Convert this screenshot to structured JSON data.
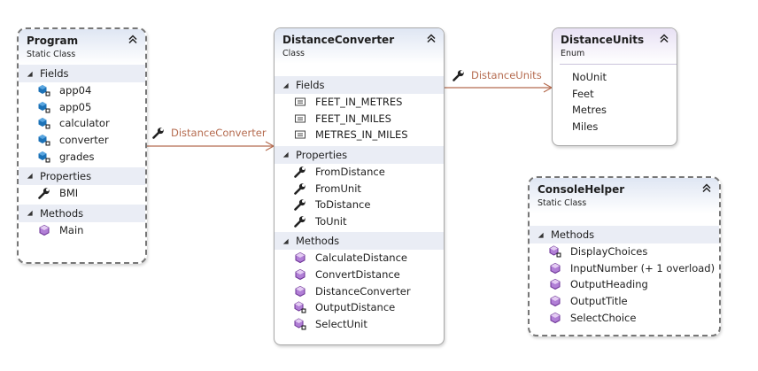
{
  "classes": {
    "program": {
      "name": "Program",
      "kind": "Static Class",
      "fields_label": "Fields",
      "fields": [
        "app04",
        "app05",
        "calculator",
        "converter",
        "grades"
      ],
      "properties_label": "Properties",
      "properties": [
        "BMI"
      ],
      "methods_label": "Methods",
      "methods": [
        "Main"
      ]
    },
    "distance_converter": {
      "name": "DistanceConverter",
      "kind": "Class",
      "fields_label": "Fields",
      "fields": [
        "FEET_IN_METRES",
        "FEET_IN_MILES",
        "METRES_IN_MILES"
      ],
      "properties_label": "Properties",
      "properties": [
        "FromDistance",
        "FromUnit",
        "ToDistance",
        "ToUnit"
      ],
      "methods_label": "Methods",
      "methods": [
        "CalculateDistance",
        "ConvertDistance",
        "DistanceConverter",
        "OutputDistance",
        "SelectUnit"
      ]
    },
    "distance_units": {
      "name": "DistanceUnits",
      "kind": "Enum",
      "values": [
        "NoUnit",
        "Feet",
        "Metres",
        "Miles"
      ]
    },
    "console_helper": {
      "name": "ConsoleHelper",
      "kind": "Static Class",
      "methods_label": "Methods",
      "methods": [
        "DisplayChoices",
        "InputNumber (+ 1 overload)",
        "OutputHeading",
        "OutputTitle",
        "SelectChoice"
      ]
    }
  },
  "associations": [
    {
      "from": "Program",
      "to": "DistanceConverter",
      "label": "DistanceConverter"
    },
    {
      "from": "DistanceConverter",
      "to": "DistanceUnits",
      "label": "DistanceUnits"
    }
  ],
  "colors": {
    "connector": "#b56b4f",
    "section_header": "#eaedf5",
    "header_gradient": "#dfe6f3",
    "enum_header_gradient": "#e8e1f4",
    "method_icon": "#7a3fa6",
    "field_icon": "#1c72b7"
  }
}
